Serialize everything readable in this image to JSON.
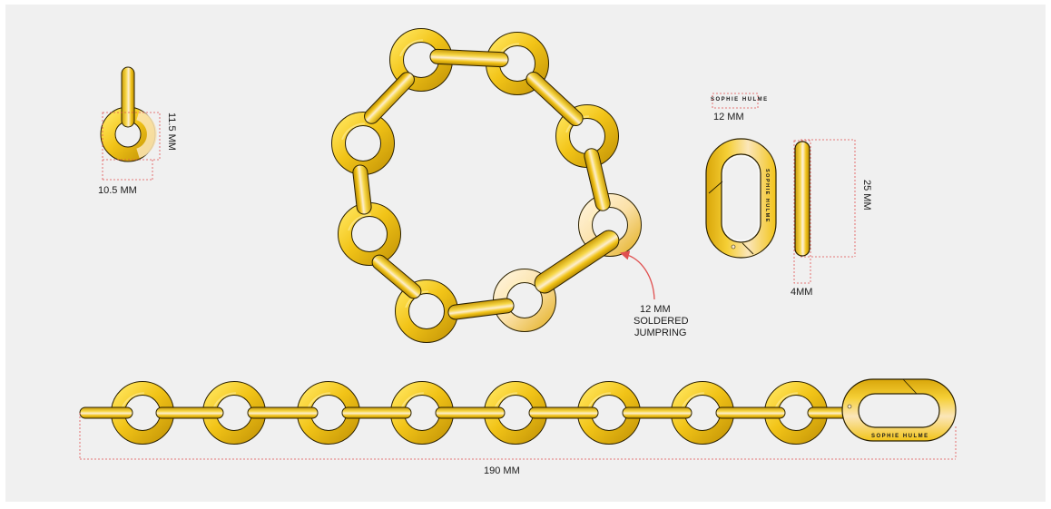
{
  "colors": {
    "gold": "#f2c418",
    "gold_dark": "#c99a08",
    "gold_light": "#fdeecf",
    "outline": "#2a2000",
    "dimension": "#e05050",
    "background": "#f0f0f0"
  },
  "labels": {
    "jumpring_height": "11.5 MM",
    "jumpring_width": "10.5 MM",
    "brand_top": "SOPHIE HULME",
    "brand_width": "12 MM",
    "clasp_length": "25 MM",
    "clasp_thickness": "4MM",
    "callout_line1": "12 MM",
    "callout_line2": "SOLDERED",
    "callout_line3": "JUMPRING",
    "chain_length": "190 MM",
    "clasp_engraving": "SOPHIE HULME",
    "chain_engraving": "SOPHIE HULME"
  }
}
